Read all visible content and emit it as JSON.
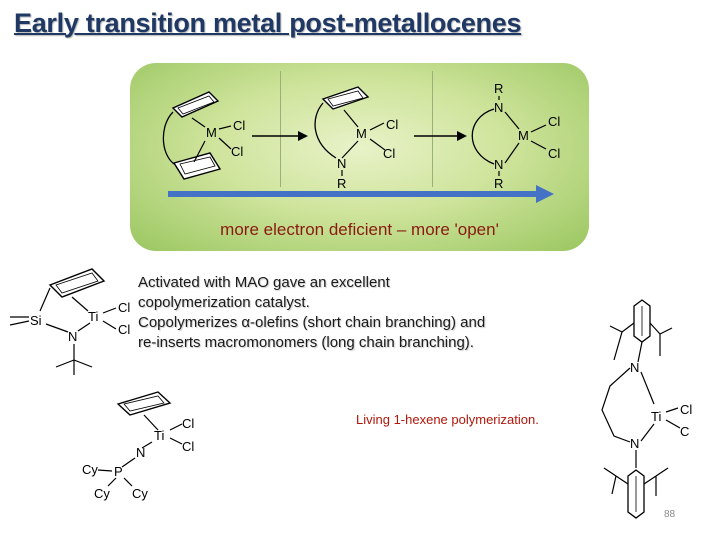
{
  "slide": {
    "title": "Early transition metal post-metallocenes",
    "panel_caption": "more electron deficient – more 'open'",
    "body_lines": [
      "Activated with MAO gave an excellent",
      "copolymerization catalyst.",
      "Copolymerizes α-olefins (short chain branching) and",
      "re-inserts macromonomers (long chain branching)."
    ],
    "note": "Living 1-hexene polymerization.",
    "page_number": "88"
  },
  "colors": {
    "title": "#1f3864",
    "arrow": "#4472c4",
    "caption": "#8b1a10",
    "note": "#b0170a"
  },
  "structures": {
    "metallocene": {
      "metal": "M",
      "ligands": [
        "Cl",
        "Cl"
      ]
    },
    "half_sandwich": {
      "metal": "M",
      "ligands": [
        "Cl",
        "Cl"
      ],
      "donor": "N",
      "substituent": "R"
    },
    "bis_amido": {
      "metal": "M",
      "ligands": [
        "Cl",
        "Cl"
      ],
      "donors": [
        "N",
        "N"
      ],
      "substituents": [
        "R",
        "R"
      ]
    },
    "cgc": {
      "bridge": "Si",
      "metal": "Ti",
      "ligands": [
        "Cl",
        "Cl"
      ],
      "donor": "N"
    },
    "phosphinimide": {
      "metal": "Ti",
      "ligands": [
        "Cl",
        "Cl"
      ],
      "donor": "N",
      "phosphorus": "P",
      "substituents": [
        "Cy",
        "Cy",
        "Cy"
      ]
    },
    "diamido": {
      "metal": "Ti",
      "ligands": [
        "Cl",
        "C"
      ],
      "donors": [
        "N",
        "N"
      ]
    }
  }
}
